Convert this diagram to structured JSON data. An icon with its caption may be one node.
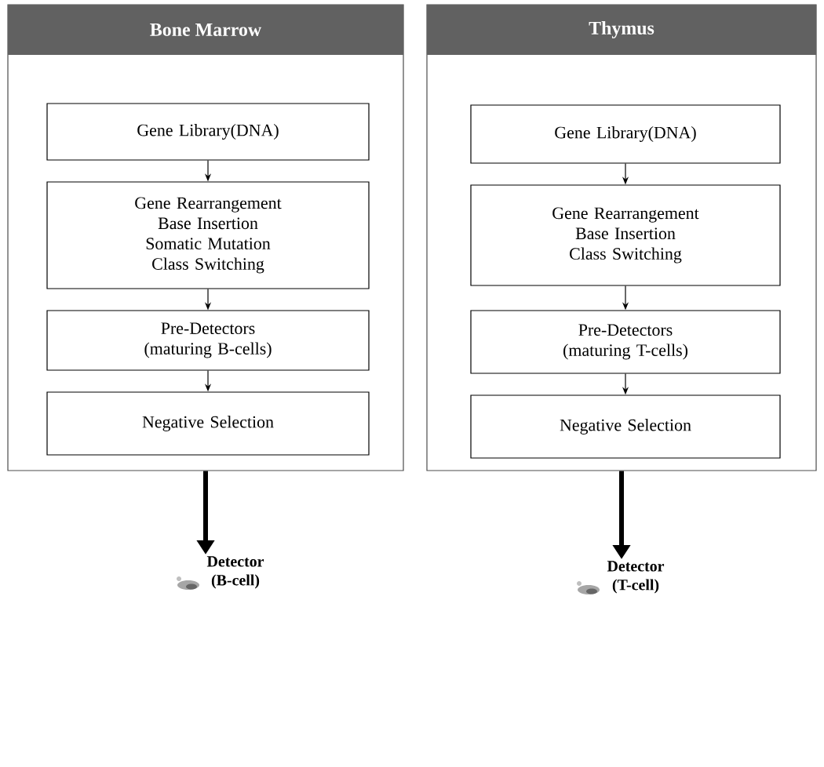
{
  "diagram": {
    "nodes": [
      {
        "text": [
          "Bone Marrow"
        ]
      },
      {
        "text": [
          "Gene Library(DNA)"
        ],
        "in": 0
      },
      {
        "text": [
          "Gene Rearrangement Base Insertion Somatic Mutation Class Switching"
        ],
        "in": 0
      },
      {
        "text": [
          "Pre-Detectors (maturing B-cells)"
        ],
        "in": 0
      },
      {
        "text": [
          "Negative Selection"
        ],
        "in": 0
      },
      {
        "text": [
          "Detector (B-cell)"
        ]
      },
      {
        "text": [
          "Thymus"
        ]
      },
      {
        "text": [
          "Gene Library(DNA)"
        ],
        "in": 6
      },
      {
        "text": [
          "Gene Rearrangement Base Insertion Class Switching"
        ],
        "in": 6
      },
      {
        "text": [
          "Pre-Detectors (maturing T-cells)"
        ],
        "in": 6
      },
      {
        "text": [
          "Negative Selection"
        ],
        "in": 6
      },
      {
        "text": [
          "Detector (T-cell)"
        ]
      }
    ],
    "edges": [
      {
        "from": 1,
        "to": 2,
        "arrow": "to"
      },
      {
        "from": 2,
        "to": 3,
        "arrow": "to"
      },
      {
        "from": 3,
        "to": 4,
        "arrow": "to"
      },
      {
        "from": 0,
        "to": 5,
        "arrow": "to",
        "style": "thick"
      },
      {
        "from": 7,
        "to": 8,
        "arrow": "to"
      },
      {
        "from": 8,
        "to": 9,
        "arrow": "to"
      },
      {
        "from": 9,
        "to": 10,
        "arrow": "to"
      },
      {
        "from": 6,
        "to": 11,
        "arrow": "to",
        "style": "thick"
      }
    ]
  }
}
